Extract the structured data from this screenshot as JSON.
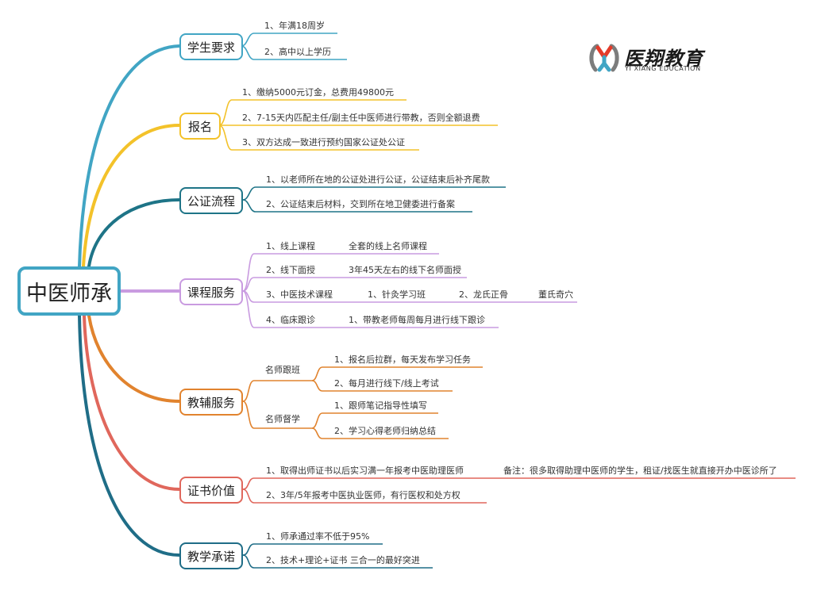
{
  "root": "中医师承",
  "logo": {
    "name": "医翔教育",
    "subtitle": "YI XIANG EDUCATION"
  },
  "colors": {
    "teal": "#41a5c4",
    "yellow": "#f3c22a",
    "darkteal": "#1e7487",
    "purple": "#c99be0",
    "orange": "#e1832e",
    "red": "#e0675c",
    "navy": "#1f6d87",
    "logo_red": "#e33b2a",
    "logo_gray": "#7c7c7c"
  },
  "branches": [
    {
      "label": "学生要求",
      "leaves": [
        "1、年满18周岁",
        "2、高中以上学历"
      ]
    },
    {
      "label": "报名",
      "leaves": [
        "1、缴纳5000元订金，总费用49800元",
        "2、7-15天内匹配主任/副主任中医师进行带教，否则全额退费",
        "3、双方达成一致进行预约国家公证处公证"
      ]
    },
    {
      "label": "公证流程",
      "leaves": [
        "1、以老师所在地的公证处进行公证，公证结束后补齐尾款",
        "2、公证结束后材料，交到所在地卫健委进行备案"
      ]
    },
    {
      "label": "课程服务",
      "leaves": [
        {
          "text": "1、线上课程",
          "detail": "全套的线上名师课程"
        },
        {
          "text": "2、线下面授",
          "detail": "3年45天左右的线下名师面授"
        },
        {
          "text": "3、中医技术课程",
          "detail": "1、针灸学习班",
          "detail2": "2、龙氏正骨",
          "detail3": "董氏奇穴"
        },
        {
          "text": "4、临床跟诊",
          "detail": "1、带教老师每周每月进行线下跟诊"
        }
      ]
    },
    {
      "label": "教辅服务",
      "groups": [
        {
          "name": "名师跟班",
          "leaves": [
            "1、报名后拉群，每天发布学习任务",
            "2、每月进行线下/线上考试"
          ]
        },
        {
          "name": "名师督学",
          "leaves": [
            "1、跟师笔记指导性填写",
            "2、学习心得老师归纳总结"
          ]
        }
      ]
    },
    {
      "label": "证书价值",
      "leaves": [
        {
          "text": "1、取得出师证书以后实习满一年报考中医助理医师",
          "note": "备注：很多取得助理中医师的学生，租证/找医生就直接开办中医诊所了"
        },
        {
          "text": "2、3年/5年报考中医执业医师，有行医权和处方权"
        }
      ]
    },
    {
      "label": "教学承诺",
      "leaves": [
        "1、师承通过率不低于95%",
        "2、技术+理论+证书 三合一的最好突进"
      ]
    }
  ]
}
